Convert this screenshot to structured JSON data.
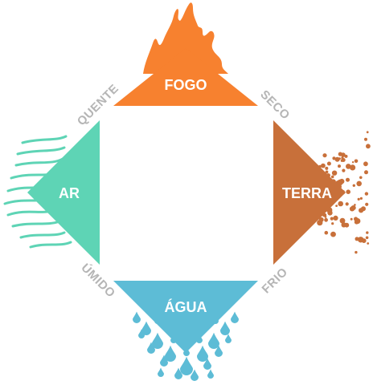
{
  "elements": {
    "fire": {
      "label": "FOGO",
      "color": "#F7812F"
    },
    "air": {
      "label": "AR",
      "color": "#5ED4B5"
    },
    "earth": {
      "label": "TERRA",
      "color": "#C8703A"
    },
    "water": {
      "label": "ÁGUA",
      "color": "#5DBCD6"
    }
  },
  "qualities": {
    "hot": "QUENTE",
    "dry": "SECO",
    "wet": "ÚMIDO",
    "cold": "FRIO"
  },
  "colors": {
    "quality_text": "#B5B5B5",
    "earth_particles": "#C8703A",
    "air_wind": "#5ED4B5",
    "water_drops": "#5DBCD6",
    "fire_flames": "#F7812F"
  }
}
